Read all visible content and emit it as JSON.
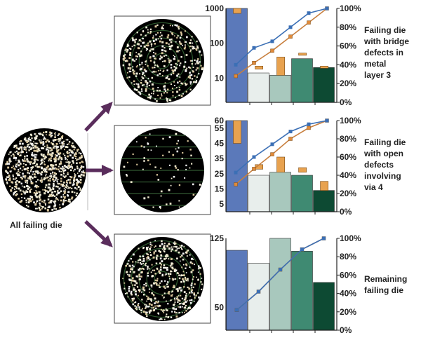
{
  "main_label": "All failing die",
  "colors": {
    "arrow": "#5a2d5c",
    "wafer": "#000000",
    "line_blue": "#3b6fb5",
    "line_orange": "#c87f3e",
    "bar_orange": "#e8a24f",
    "bars": [
      "#5b79ba",
      "#e8eeec",
      "#a8c8bd",
      "#3f8a72",
      "#0d4a33"
    ]
  },
  "chart_data": [
    {
      "type": "bar",
      "caption": [
        "Failing die",
        "with bridge",
        "defects in",
        "metal",
        "layer 3"
      ],
      "yscale": "log",
      "ylim": [
        2,
        1000
      ],
      "left_ticks": [
        "1000",
        "100",
        "10"
      ],
      "left_tick_values": [
        1000,
        100,
        10
      ],
      "right_ticks": [
        "100%",
        "80%",
        "60%",
        "40%",
        "20%",
        "0%"
      ],
      "right_tick_values": [
        100,
        80,
        60,
        40,
        20,
        0
      ],
      "bars": [
        1000,
        14,
        12,
        36,
        20
      ],
      "inner_bars": [
        [
          1000,
          720
        ],
        [
          18,
          22
        ],
        [
          12,
          40
        ],
        [
          45,
          52
        ],
        [
          20,
          22
        ]
      ],
      "line_blue_pct": [
        40,
        58,
        65,
        80,
        95,
        100
      ],
      "line_orange_pct": [
        28,
        42,
        55,
        70,
        85,
        100
      ]
    },
    {
      "type": "bar",
      "caption": [
        "Failing die",
        "with open",
        "defects",
        "involving",
        "via 4"
      ],
      "yscale": "linear",
      "ylim": [
        0,
        60
      ],
      "left_ticks": [
        "60",
        "55",
        "45",
        "35",
        "25",
        "15",
        "5"
      ],
      "left_tick_values": [
        60,
        55,
        45,
        35,
        25,
        15,
        5
      ],
      "right_ticks": [
        "100%",
        "80%",
        "60%",
        "40%",
        "20%",
        "0%"
      ],
      "right_tick_values": [
        100,
        80,
        60,
        40,
        20,
        0
      ],
      "bars": [
        60,
        24,
        26,
        24,
        14
      ],
      "inner_bars": [
        [
          60,
          45
        ],
        [
          28,
          31
        ],
        [
          26,
          36
        ],
        [
          26,
          29
        ],
        [
          14,
          20
        ]
      ],
      "line_blue_pct": [
        43,
        60,
        74,
        88,
        96,
        100
      ],
      "line_orange_pct": [
        30,
        47,
        63,
        80,
        92,
        100
      ]
    },
    {
      "type": "bar",
      "caption": [
        "Remaining",
        "failing die"
      ],
      "yscale": "linear",
      "ylim": [
        25,
        125
      ],
      "left_ticks": [
        "125",
        "50"
      ],
      "left_tick_values": [
        125,
        50
      ],
      "right_ticks": [
        "100%",
        "80%",
        "60%",
        "40%",
        "20%",
        "0%"
      ],
      "right_tick_values": [
        100,
        80,
        60,
        40,
        20,
        0
      ],
      "bars": [
        112,
        98,
        125,
        111,
        77
      ],
      "inner_bars": [],
      "line_blue_pct": [
        22,
        42,
        66,
        88,
        100
      ],
      "line_orange_pct": [
        22,
        42,
        66,
        88,
        100
      ]
    }
  ]
}
